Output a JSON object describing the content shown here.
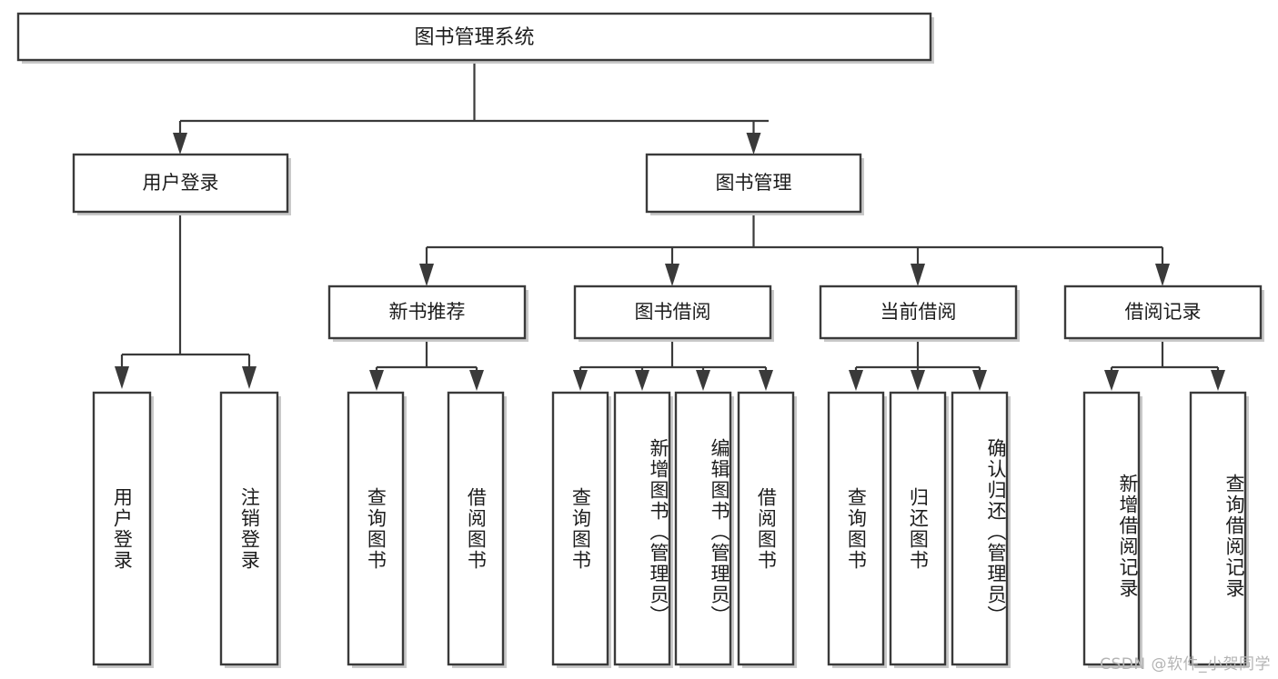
{
  "diagram": {
    "title": "图书管理系统",
    "type": "tree-hierarchy-chart",
    "watermark": "CSDN @软件_小贺同学",
    "colors": {
      "box_stroke": "#3a3a3a",
      "box_fill": "#ffffff",
      "connector": "#3a3a3a",
      "text": "#1c1c1c",
      "background": "#ffffff",
      "watermark_text": "#b4b4b4"
    }
  },
  "nodes": {
    "root": {
      "label": "图书管理系统"
    },
    "level2": [
      {
        "id": "user-login",
        "label": "用户登录"
      },
      {
        "id": "book-manage",
        "label": "图书管理"
      }
    ],
    "level3": [
      {
        "id": "new-book-recommend",
        "label": "新书推荐"
      },
      {
        "id": "book-borrow",
        "label": "图书借阅"
      },
      {
        "id": "current-borrow",
        "label": "当前借阅"
      },
      {
        "id": "borrow-record",
        "label": "借阅记录"
      }
    ],
    "leaves": {
      "user_login": [
        {
          "id": "leaf-user-login",
          "label": "用户登录"
        },
        {
          "id": "leaf-logout-login",
          "label": "注销登录"
        }
      ],
      "new_book_recommend": [
        {
          "id": "leaf-query-book-1",
          "label": "查询图书"
        },
        {
          "id": "leaf-borrow-book-1",
          "label": "借阅图书"
        }
      ],
      "book_borrow": [
        {
          "id": "leaf-query-book-2",
          "label": "查询图书"
        },
        {
          "id": "leaf-add-book",
          "label": "新增图书（管理员）"
        },
        {
          "id": "leaf-edit-book",
          "label": "编辑图书（管理员）"
        },
        {
          "id": "leaf-borrow-book-2",
          "label": "借阅图书"
        }
      ],
      "current_borrow": [
        {
          "id": "leaf-query-book-3",
          "label": "查询图书"
        },
        {
          "id": "leaf-return-book",
          "label": "归还图书"
        },
        {
          "id": "leaf-confirm-return",
          "label": "确认归还（管理员）"
        }
      ],
      "borrow_record": [
        {
          "id": "leaf-add-record",
          "label": "新增借阅记录"
        },
        {
          "id": "leaf-query-record",
          "label": "查询借阅记录"
        }
      ]
    }
  },
  "chart_data": {
    "type": "table",
    "title": "图书管理系统",
    "tree": [
      {
        "name": "图书管理系统",
        "children": [
          {
            "name": "用户登录",
            "children": [
              {
                "name": "用户登录"
              },
              {
                "name": "注销登录"
              }
            ]
          },
          {
            "name": "图书管理",
            "children": [
              {
                "name": "新书推荐",
                "children": [
                  {
                    "name": "查询图书"
                  },
                  {
                    "name": "借阅图书"
                  }
                ]
              },
              {
                "name": "图书借阅",
                "children": [
                  {
                    "name": "查询图书"
                  },
                  {
                    "name": "新增图书（管理员）"
                  },
                  {
                    "name": "编辑图书（管理员）"
                  },
                  {
                    "name": "借阅图书"
                  }
                ]
              },
              {
                "name": "当前借阅",
                "children": [
                  {
                    "name": "查询图书"
                  },
                  {
                    "name": "归还图书"
                  },
                  {
                    "name": "确认归还（管理员）"
                  }
                ]
              },
              {
                "name": "借阅记录",
                "children": [
                  {
                    "name": "新增借阅记录"
                  },
                  {
                    "name": "查询借阅记录"
                  }
                ]
              }
            ]
          }
        ]
      }
    ]
  }
}
